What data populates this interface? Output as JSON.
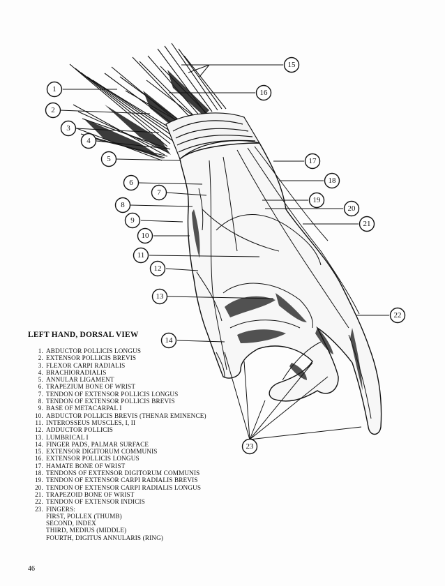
{
  "legend": {
    "title": "LEFT HAND, DORSAL VIEW",
    "items": [
      {
        "num": "1.",
        "text": "ABDUCTOR POLLICIS LONGUS"
      },
      {
        "num": "2.",
        "text": "EXTENSOR POLLICIS BREVIS"
      },
      {
        "num": "3.",
        "text": "FLEXOR CARPI RADIALIS"
      },
      {
        "num": "4.",
        "text": "BRACHIORADIALIS"
      },
      {
        "num": "5.",
        "text": "ANNULAR LIGAMENT"
      },
      {
        "num": "6.",
        "text": "TRAPEZIUM BONE OF WRIST"
      },
      {
        "num": "7.",
        "text": "TENDON OF EXTENSOR POLLICIS LONGUS"
      },
      {
        "num": "8.",
        "text": "TENDON OF EXTENSOR POLLICIS BREVIS"
      },
      {
        "num": "9.",
        "text": "BASE OF METACARPAL I"
      },
      {
        "num": "10.",
        "text": "ABDUCTOR POLLICIS BREVIS (THENAR EMINENCE)"
      },
      {
        "num": "11.",
        "text": "INTEROSSEUS MUSCLES, I, II"
      },
      {
        "num": "12.",
        "text": "ADDUCTOR POLLICIS"
      },
      {
        "num": "13.",
        "text": "LUMBRICAL I"
      },
      {
        "num": "14.",
        "text": "FINGER PADS, PALMAR SURFACE"
      },
      {
        "num": "15.",
        "text": "EXTENSOR DIGITORUM COMMUNIS"
      },
      {
        "num": "16.",
        "text": "EXTENSOR POLLICIS LONGUS"
      },
      {
        "num": "17.",
        "text": "HAMATE BONE OF WRIST"
      },
      {
        "num": "18.",
        "text": "TENDONS OF EXTENSOR DIGITORUM COMMUNIS"
      },
      {
        "num": "19.",
        "text": "TENDON OF EXTENSOR CARPI RADIALIS BREVIS"
      },
      {
        "num": "20.",
        "text": "TENDON OF EXTENSOR CARPI RADIALIS LONGUS"
      },
      {
        "num": "21.",
        "text": "TRAPEZOID BONE OF WRIST"
      },
      {
        "num": "22.",
        "text": "TENDON OF EXTENSOR INDICIS"
      },
      {
        "num": "23.",
        "text": "FINGERS:"
      }
    ],
    "fingers": [
      "FIRST, POLLEX (THUMB)",
      "SECOND, INDEX",
      "THIRD, MEDIUS (MIDDLE)",
      "FOURTH, DIGITUS ANNULARIS (RING)"
    ]
  },
  "callouts": [
    "1",
    "2",
    "3",
    "4",
    "5",
    "6",
    "7",
    "8",
    "9",
    "10",
    "11",
    "12",
    "13",
    "14",
    "15",
    "16",
    "17",
    "18",
    "19",
    "20",
    "21",
    "22",
    "23"
  ],
  "page_number": "46"
}
